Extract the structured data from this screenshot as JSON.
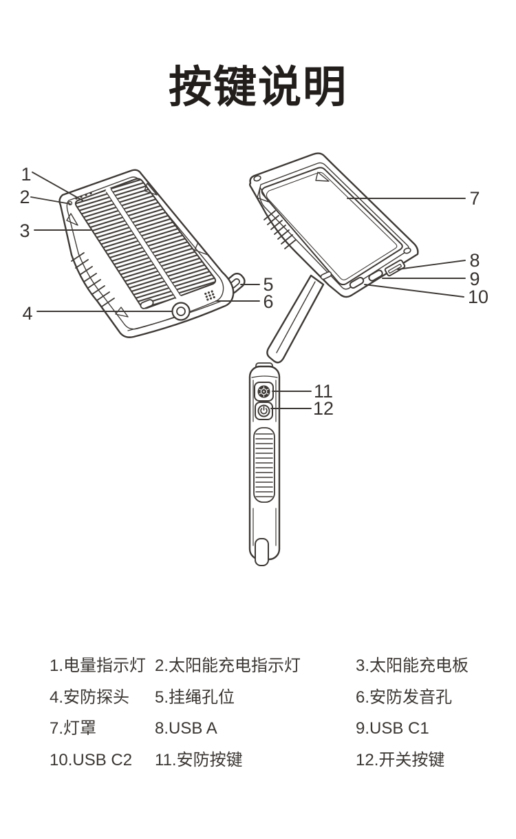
{
  "page": {
    "title": "按键说明"
  },
  "colors": {
    "background": "#ffffff",
    "line_art": "#3d3936",
    "text": "#3a3633",
    "title": "#221e1c"
  },
  "diagram": {
    "callout_numbers": [
      "1",
      "2",
      "3",
      "4",
      "5",
      "6",
      "7",
      "8",
      "9",
      "10",
      "11",
      "12"
    ]
  },
  "legend": {
    "items": [
      {
        "label": "1.电量指示灯"
      },
      {
        "label": "2.太阳能充电指示灯"
      },
      {
        "label": "3.太阳能充电板"
      },
      {
        "label": "4.安防探头"
      },
      {
        "label": "5.挂绳孔位"
      },
      {
        "label": "6.安防发音孔"
      },
      {
        "label": "7.灯罩"
      },
      {
        "label": "8.USB A"
      },
      {
        "label": "9.USB C1"
      },
      {
        "label": "10.USB C2"
      },
      {
        "label": "11.安防按键"
      },
      {
        "label": "12.开关按键"
      }
    ]
  }
}
